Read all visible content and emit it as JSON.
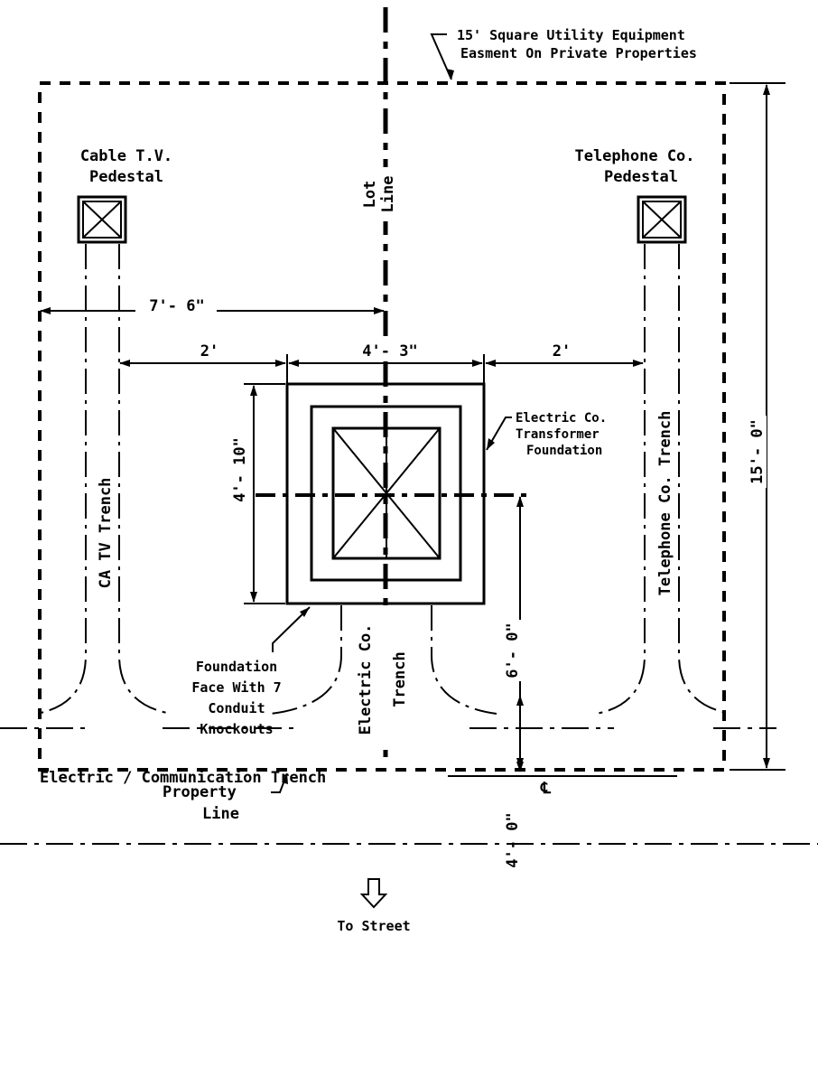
{
  "easement_note": [
    "15' Square Utility Equipment",
    "Easment On Private Properties"
  ],
  "cable_pedestal": [
    "Cable T.V.",
    "Pedestal"
  ],
  "telephone_pedestal": [
    "Telephone Co.",
    "Pedestal"
  ],
  "lot_line": [
    "Lot",
    "Line"
  ],
  "dims": {
    "seven_six": "7'- 6\"",
    "two_left": "2'",
    "four_three": "4'- 3\"",
    "two_right": "2'",
    "four_ten": "4'- 10\"",
    "fifteen": "15'- 0\"",
    "six": "6'- 0\"",
    "four": "4'- 0\""
  },
  "transformer": [
    "Electric Co.",
    "Transformer",
    "Foundation"
  ],
  "catv_trench": "CA TV Trench",
  "telephone_trench": "Telephone Co. Trench",
  "electric_trench": [
    "Electric Co.",
    "Trench"
  ],
  "foundation_face": [
    "Foundation",
    "Face With 7",
    "Conduit",
    "Knockouts"
  ],
  "property_line": [
    "Property",
    "Line"
  ],
  "main_trench": "Electric / Communication Trench",
  "centerline_symbol": "℄",
  "to_street": "To Street"
}
